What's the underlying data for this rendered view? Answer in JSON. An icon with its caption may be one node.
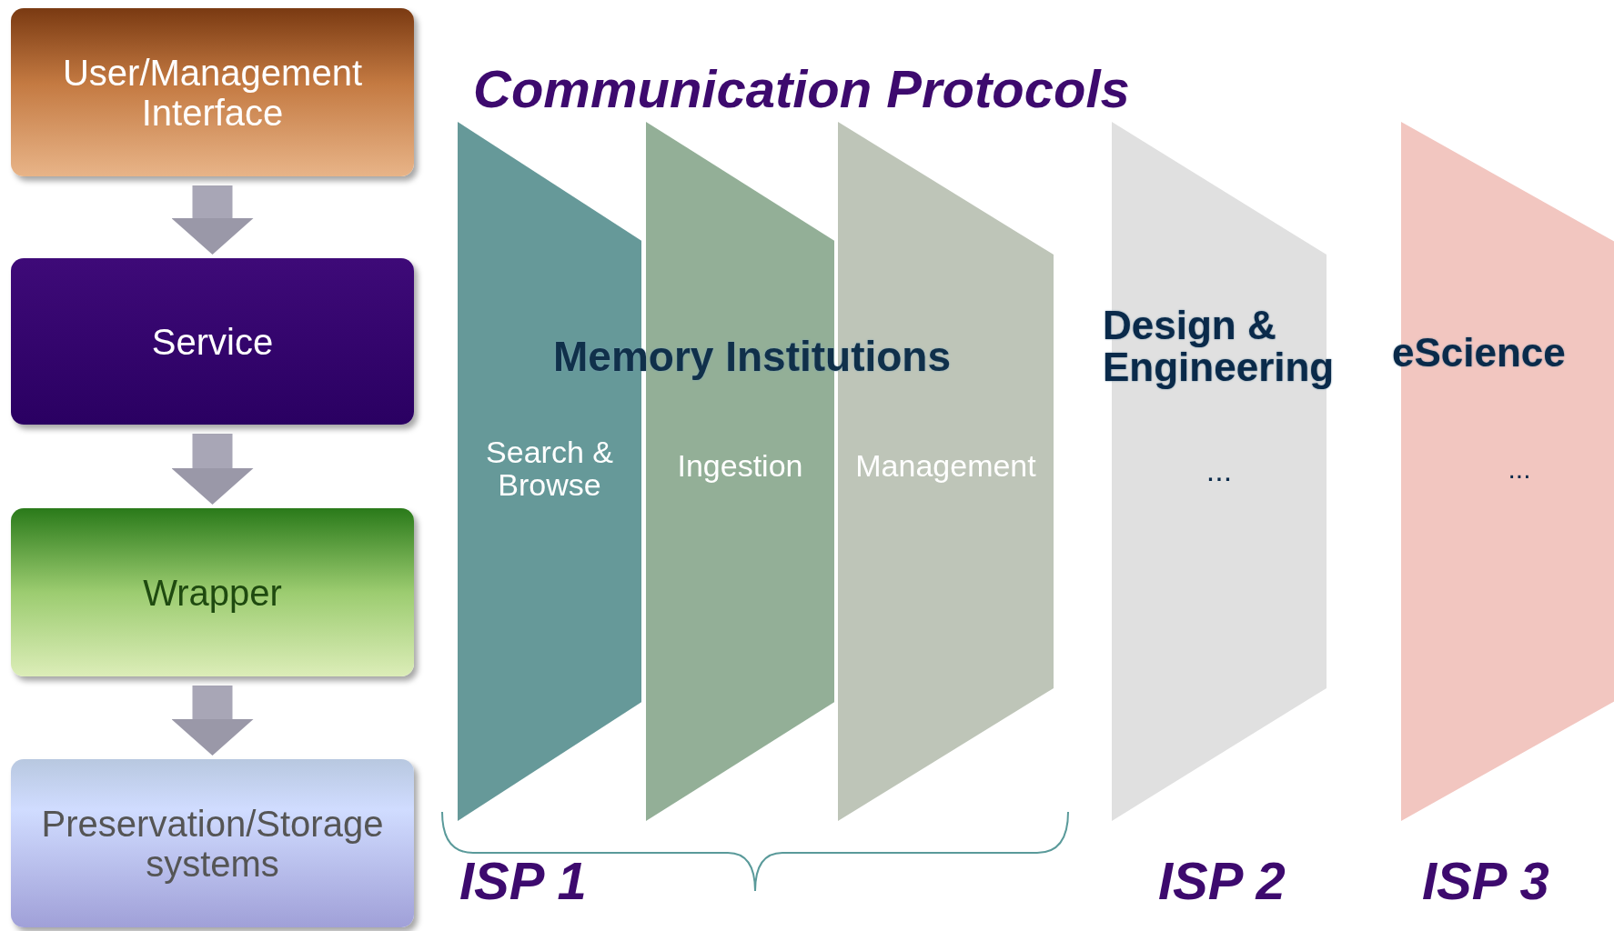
{
  "diagram": {
    "title": "Communication Protocols",
    "nodes": [
      {
        "text": [
          "User/Management Interface"
        ]
      },
      {
        "text": [
          "Service"
        ]
      },
      {
        "text": [
          "Wrapper"
        ]
      },
      {
        "text": [
          "Preservation/Storage systems"
        ]
      },
      {
        "text": [
          "Search & Browse"
        ]
      },
      {
        "text": [
          "Ingestion"
        ]
      },
      {
        "text": [
          "Management"
        ]
      },
      {
        "text": [
          "Design & Engineering",
          "..."
        ]
      },
      {
        "text": [
          "eScience",
          "..."
        ]
      }
    ],
    "edges": [
      {
        "from": 0,
        "to": 1,
        "arrow": "to"
      },
      {
        "from": 1,
        "to": 2,
        "arrow": "to"
      },
      {
        "from": 2,
        "to": 3,
        "arrow": "to"
      }
    ],
    "labels": [
      "Memory Institutions",
      "ISP 1",
      "ISP 2",
      "ISP 3"
    ]
  }
}
